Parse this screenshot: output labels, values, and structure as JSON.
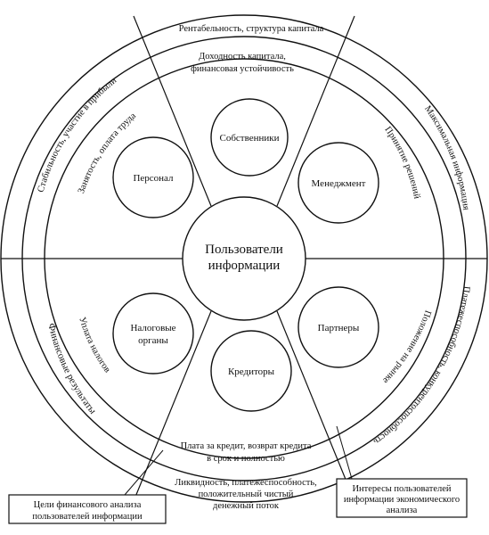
{
  "center": {
    "line1": "Пользователи",
    "line2": "информации"
  },
  "nodes": {
    "owners": "Собственники",
    "management": "Менеджмент",
    "partners": "Партнеры",
    "creditors": "Кредиторы",
    "tax1": "Налоговые",
    "tax2": "органы",
    "staff": "Персонал"
  },
  "interests": {
    "owners": [
      "Доходность капитала,",
      "финансовая устойчивость"
    ],
    "management": "Принятие решений",
    "partners": "Положение на рынке",
    "creditors": [
      "Плата за кредит, возврат кредита",
      "в срок и полностью"
    ],
    "tax": "Уплата налогов",
    "staff": "Занятость, оплата труда"
  },
  "goals": {
    "owners": "Рентабельность, структура капитала",
    "management": "Максимальная информация",
    "partners": "Платежеспособность, конкурентоспособность",
    "creditors": [
      "Ликвидность, платежеспособность,",
      "положительный чистый",
      "денежный поток"
    ],
    "tax": "Финансовые результаты",
    "staff": "Стабильность, участие в прибыли"
  },
  "labels": {
    "left": [
      "Цели финансового анализа",
      "пользователей информации"
    ],
    "right": [
      "Интересы пользователей",
      "информации экономического",
      "анализа"
    ]
  }
}
